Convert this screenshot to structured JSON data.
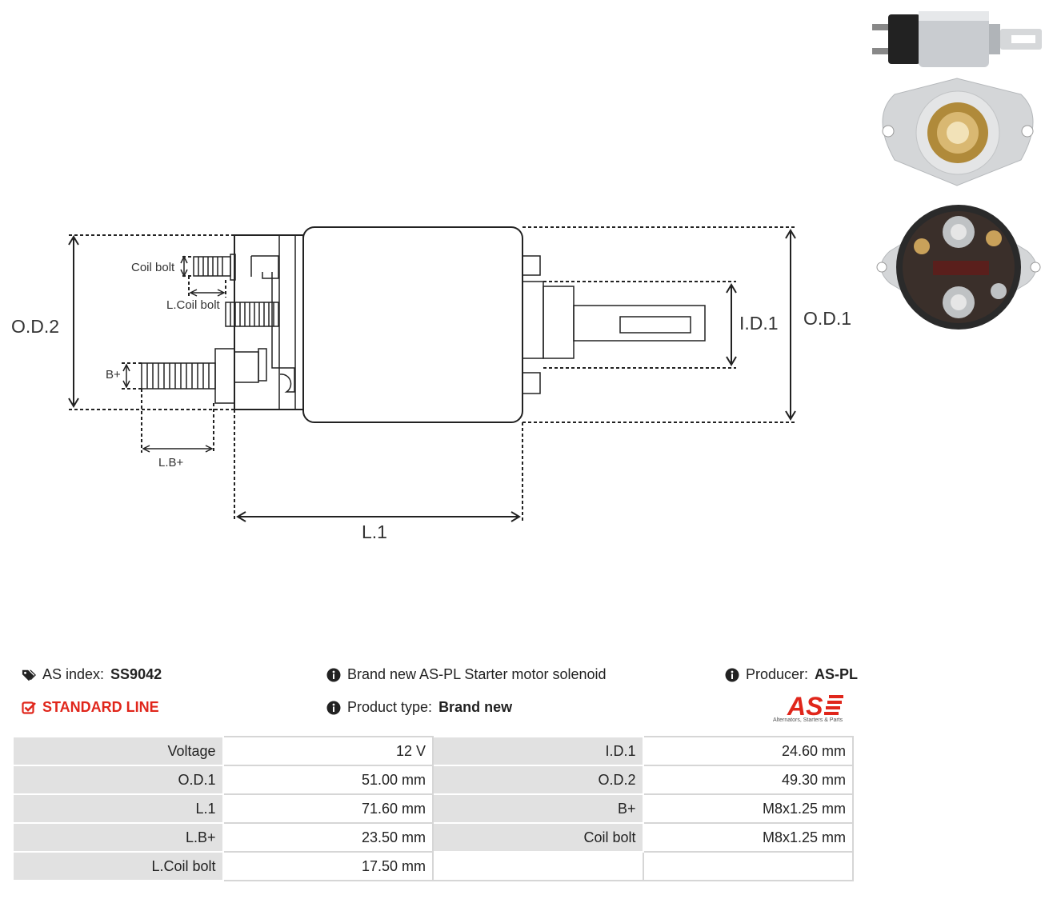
{
  "diagram": {
    "labels": {
      "od2": "O.D.2",
      "od1": "O.D.1",
      "id1": "I.D.1",
      "l1": "L.1",
      "coil_bolt": "Coil bolt",
      "l_coil_bolt": "L.Coil bolt",
      "b_plus": "B+",
      "l_b_plus": "L.B+"
    }
  },
  "photos": [
    {
      "icon": "solenoid-side-photo"
    },
    {
      "icon": "solenoid-front-photo"
    },
    {
      "icon": "solenoid-rear-terminals-photo"
    }
  ],
  "info": {
    "as_index_label": "AS index:",
    "as_index_value": "SS9042",
    "standard_line": "STANDARD LINE",
    "description": "Brand new AS-PL Starter motor solenoid",
    "product_type_label": "Product type:",
    "product_type_value": "Brand new",
    "producer_label": "Producer:",
    "producer_value": "AS-PL",
    "logo_text": "AS",
    "logo_caption": "Alternators, Starters & Parts"
  },
  "specs": [
    {
      "k1": "Voltage",
      "v1": "12 V",
      "k2": "I.D.1",
      "v2": "24.60 mm"
    },
    {
      "k1": "O.D.1",
      "v1": "51.00 mm",
      "k2": "O.D.2",
      "v2": "49.30 mm"
    },
    {
      "k1": "L.1",
      "v1": "71.60 mm",
      "k2": "B+",
      "v2": "M8x1.25 mm"
    },
    {
      "k1": "L.B+",
      "v1": "23.50 mm",
      "k2": "Coil bolt",
      "v2": "M8x1.25 mm"
    },
    {
      "k1": "L.Coil bolt",
      "v1": "17.50 mm",
      "k2": "",
      "v2": ""
    }
  ],
  "colors": {
    "accent_red": "#e0261b",
    "table_key_bg": "#e1e1e1"
  }
}
